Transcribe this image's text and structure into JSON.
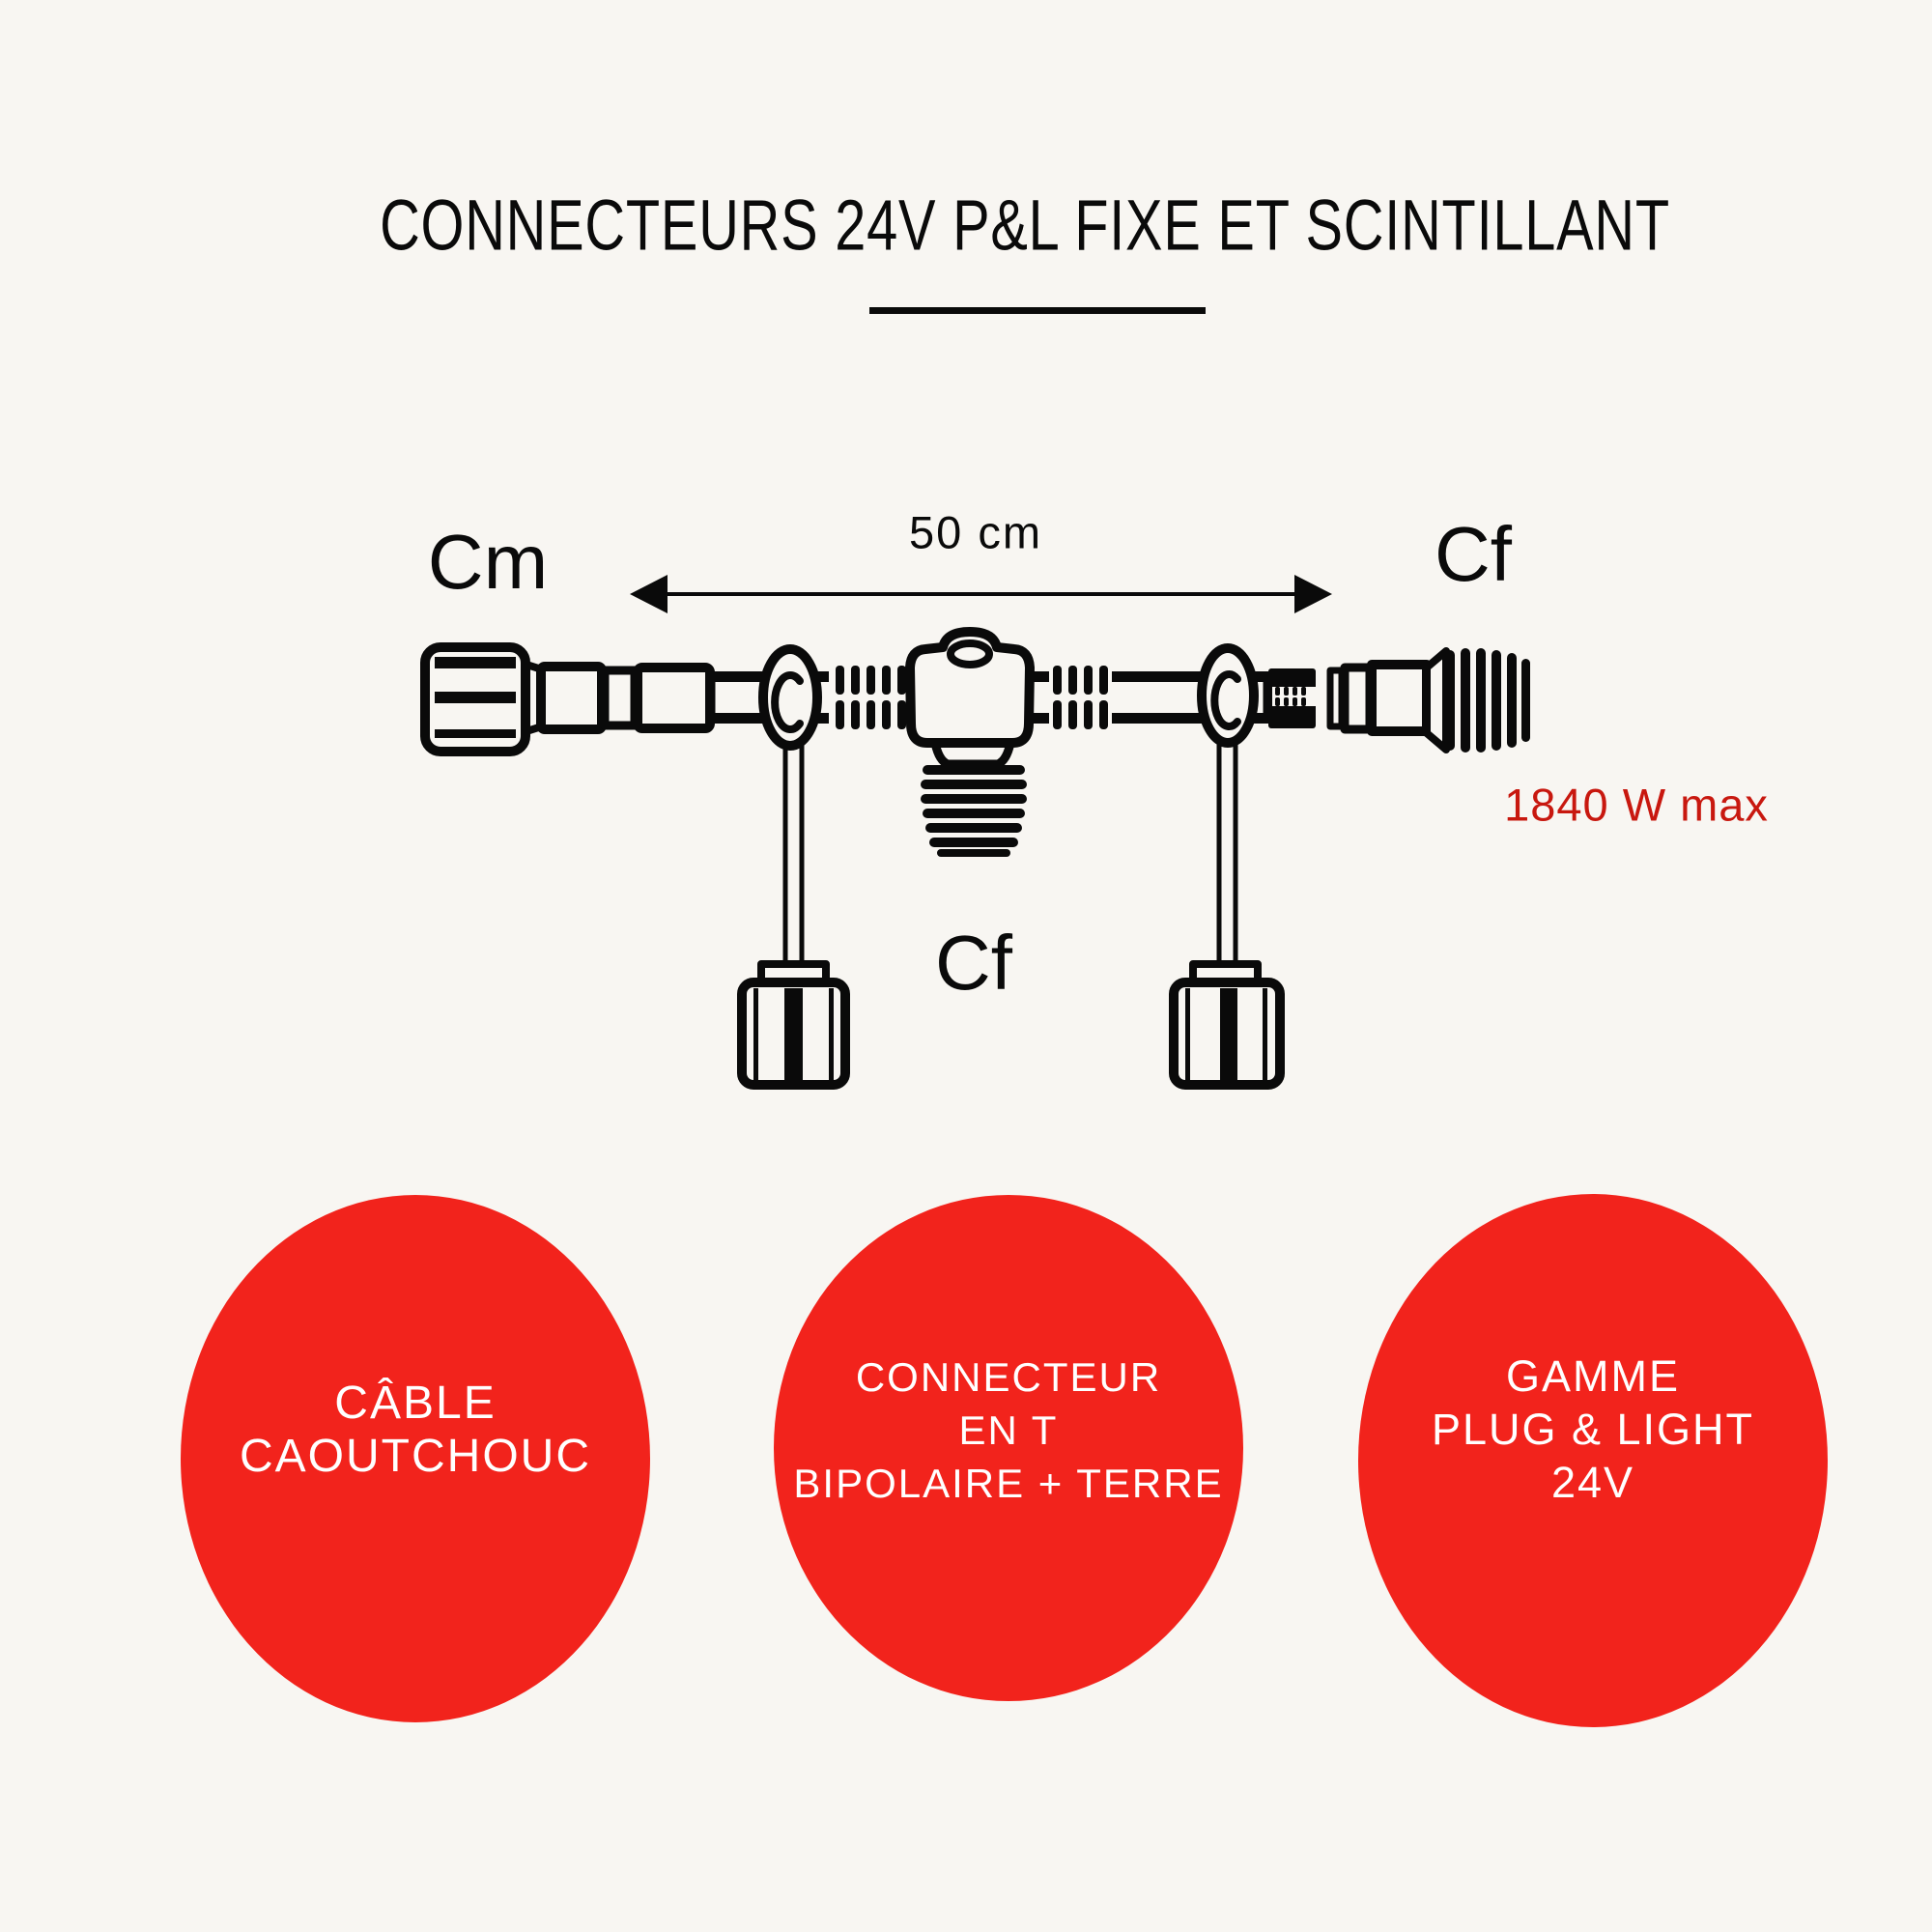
{
  "colors": {
    "background": "#F8F6F2",
    "ink": "#0A0A0A",
    "accent_red": "#F2231C",
    "power_text_red": "#C8180F",
    "badge_text": "#FFFFFF"
  },
  "title": {
    "text": "CONNECTEURS 24V P&L FIXE ET SCINTILLANT"
  },
  "diagram": {
    "left_connector_label": "Cm",
    "dimension_label": "50 cm",
    "right_connector_label": "Cf",
    "tee_connector_label": "Cf",
    "max_power_label": "1840 W max"
  },
  "badges": [
    {
      "lines": [
        "CÂBLE",
        "CAOUTCHOUC"
      ]
    },
    {
      "lines": [
        "CONNECTEUR",
        "EN T",
        "BIPOLAIRE + TERRE"
      ]
    },
    {
      "lines": [
        "GAMME",
        "PLUG & LIGHT",
        "24V"
      ]
    }
  ]
}
